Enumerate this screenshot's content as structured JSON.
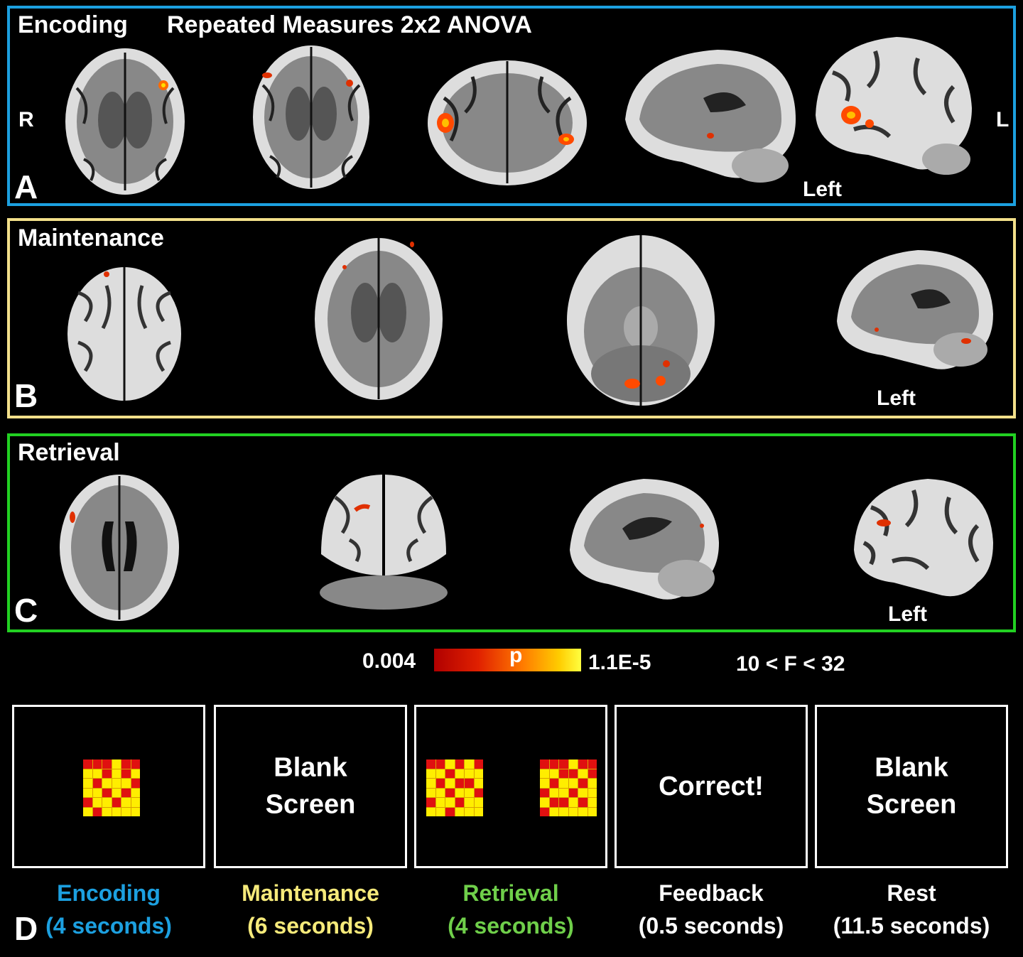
{
  "colors": {
    "encoding": "#1ca0e0",
    "maintenance": "#f3e08a",
    "retrieval": "#22d022",
    "encoding_text": "#1ca0e0",
    "maintenance_text": "#f6ea7a",
    "retrieval_text": "#6fcf4a",
    "grid_red": "#e01010",
    "grid_yellow": "#ffee00"
  },
  "panel_a": {
    "title": "Encoding",
    "subtitle": "Repeated Measures 2x2 ANOVA",
    "letter": "A",
    "right_label": "R",
    "left_label": "L",
    "view_label": "Left"
  },
  "panel_b": {
    "title": "Maintenance",
    "letter": "B",
    "view_label": "Left"
  },
  "panel_c": {
    "title": "Retrieval",
    "letter": "C",
    "view_label": "Left"
  },
  "colorbar": {
    "min_label": "0.004",
    "center_label": "p",
    "max_label": "1.1E-5",
    "f_range": "10 < F < 32"
  },
  "panel_d": {
    "letter": "D",
    "screens": [
      {
        "content": "grid",
        "phase": "Encoding",
        "duration": "(4 seconds)",
        "color_key": "encoding_text"
      },
      {
        "content": "text",
        "text_line1": "Blank",
        "text_line2": "Screen",
        "phase": "Maintenance",
        "duration": "(6 seconds)",
        "color_key": "maintenance_text"
      },
      {
        "content": "two-grids",
        "phase": "Retrieval",
        "duration": "(4 seconds)",
        "color_key": "retrieval_text"
      },
      {
        "content": "text",
        "text_line1": "Correct!",
        "text_line2": "",
        "phase": "Feedback",
        "duration": "(0.5 seconds)",
        "color_key": "white"
      },
      {
        "content": "text",
        "text_line1": "Blank",
        "text_line2": "Screen",
        "phase": "Rest",
        "duration": "(11.5 seconds)",
        "color_key": "white"
      }
    ],
    "grid_patterns": [
      [
        1,
        1,
        1,
        0,
        1,
        1,
        0,
        0,
        1,
        0,
        1,
        0,
        0,
        1,
        0,
        0,
        0,
        1,
        0,
        0,
        1,
        0,
        1,
        0,
        1,
        0,
        0,
        1,
        0,
        0,
        0,
        1,
        0,
        0,
        0,
        0
      ],
      [
        1,
        1,
        0,
        1,
        0,
        1,
        0,
        0,
        1,
        0,
        0,
        0,
        0,
        1,
        0,
        1,
        1,
        0,
        0,
        0,
        1,
        0,
        0,
        1,
        1,
        0,
        0,
        1,
        0,
        0,
        0,
        0,
        1,
        0,
        0,
        0
      ],
      [
        1,
        1,
        1,
        0,
        1,
        1,
        0,
        0,
        1,
        1,
        0,
        1,
        0,
        1,
        0,
        0,
        1,
        0,
        1,
        0,
        0,
        1,
        0,
        0,
        0,
        1,
        1,
        0,
        1,
        0,
        1,
        0,
        0,
        0,
        0,
        0
      ]
    ]
  }
}
